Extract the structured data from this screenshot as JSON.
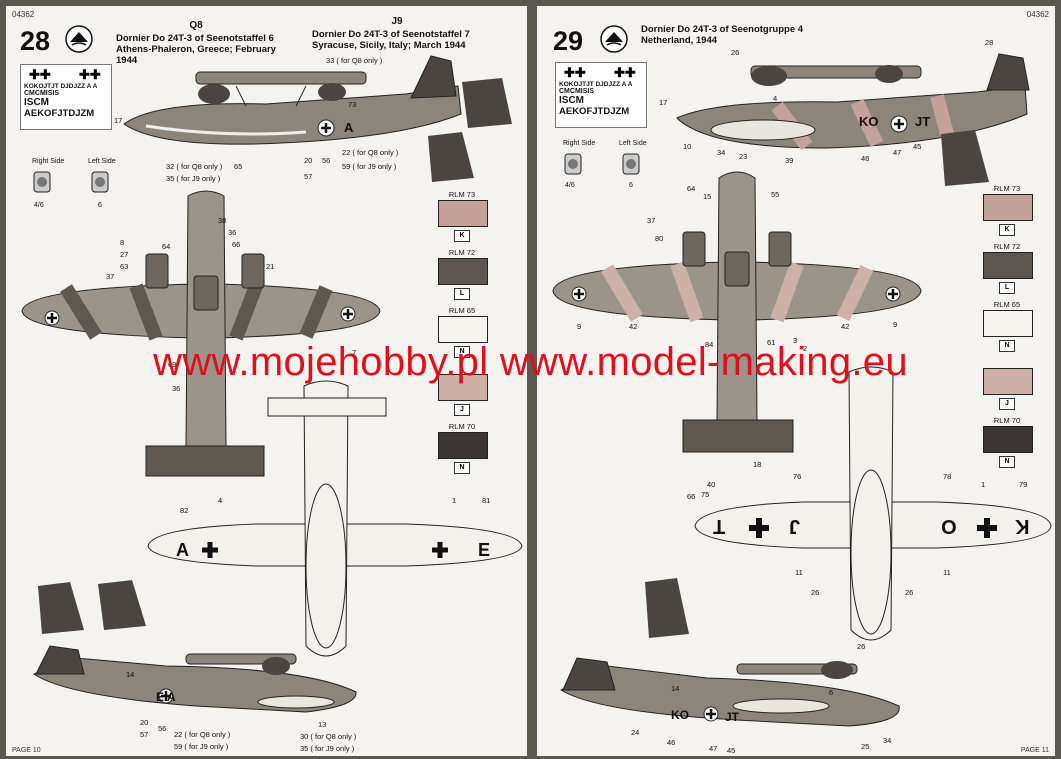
{
  "left": {
    "code": "04362",
    "page_label": "PAGE 10",
    "step": "28",
    "variant_q8": {
      "code": "Q8",
      "line1": "Dornier Do 24T-3 of Seenotstaffel 6",
      "line2": "Athens-Phaleron, Greece; February 1944"
    },
    "variant_j9": {
      "code": "J9",
      "line1": "Dornier Do 24T-3 of Seenotstaffel 7",
      "line2": "Syracuse, Sicily, Italy; March 1944"
    },
    "decal_rows": [
      "CMCMISIS",
      "ISCM",
      "AEKOFJTDJZM"
    ],
    "decal_small": "KOKOJTJT DJDJZZ A A",
    "sight_left": "Right Side",
    "sight_right": "Left Side",
    "sight_nums": [
      "4/6",
      "6"
    ],
    "swatches": [
      {
        "label": "RLM 73",
        "symbol": "K",
        "color": "#c4a19a"
      },
      {
        "label": "RLM 72",
        "symbol": "L",
        "color": "#5d5650"
      },
      {
        "label": "RLM 65",
        "symbol": "N",
        "color": "#f5f4ee"
      },
      {
        "label": "",
        "symbol": "J",
        "color": "#cfb0a8"
      },
      {
        "label": "RLM 70",
        "symbol": "N",
        "color": "#3b3634"
      }
    ],
    "callouts": {
      "c33": "33 ( for Q8 only )",
      "c73": "73",
      "c17": "17",
      "c65": "65",
      "c32": "32 ( for Q8 only )",
      "c35": "35 ( for J9 only )",
      "c20": "20",
      "c56": "56",
      "c57": "57",
      "c22": "22 ( for Q8 only )",
      "c59": "59 ( for J9 only )",
      "c38": "38",
      "c36a": "36",
      "c66": "66",
      "c8": "8",
      "c64": "64",
      "c27": "27",
      "c63": "63",
      "c37": "37",
      "c21": "21",
      "c7": "7",
      "c69": "69",
      "c36b": "36",
      "c9": "9",
      "c82": "82",
      "c4": "4",
      "c1": "1",
      "c81": "81",
      "c14": "14",
      "c13": "13",
      "c30": "30 ( for Q8 only )",
      "c35b": "35 ( for J9 only )",
      "c22b": "22 ( for Q8 only )",
      "c59b": "59 ( for J9 only )",
      "c20b": "20",
      "c56b": "56",
      "c57b": "57"
    },
    "codes_top": "A",
    "codes_wing": [
      "A",
      "E"
    ],
    "codes_bottom": "E A"
  },
  "right": {
    "code": "04362",
    "page_label": "PAGE 11",
    "step": "29",
    "line1": "Dornier Do 24T-3 of Seenotgruppe 4",
    "line2": "Netherland, 1944",
    "decal_rows": [
      "CMCMISIS",
      "ISCM",
      "AEKOFJTDJZM"
    ],
    "decal_small": "KOKOJTJT DJDJZZ A A",
    "sight_left": "Right Side",
    "sight_right": "Left Side",
    "sight_nums": [
      "4/6",
      "6"
    ],
    "swatches": [
      {
        "label": "RLM 73",
        "symbol": "K",
        "color": "#c4a19a"
      },
      {
        "label": "RLM 72",
        "symbol": "L",
        "color": "#5d5650"
      },
      {
        "label": "RLM 65",
        "symbol": "N",
        "color": "#f5f4ee"
      },
      {
        "label": "",
        "symbol": "J",
        "color": "#cfb0a8"
      },
      {
        "label": "RLM 70",
        "symbol": "N",
        "color": "#3b3634"
      }
    ],
    "callouts": {
      "c26": "26",
      "c28": "28",
      "c4": "4",
      "c17": "17",
      "c10": "10",
      "c34": "34",
      "c23": "23",
      "c39": "39",
      "c46": "46",
      "c47": "47",
      "c45": "45",
      "c9a": "9",
      "c9b": "9",
      "c42a": "42",
      "c42b": "42",
      "c18": "18",
      "c66": "66",
      "c40": "40",
      "c75": "75",
      "c76": "76",
      "c78": "78",
      "c1": "1",
      "c79": "79",
      "c11a": "11",
      "c11b": "11",
      "c26b": "26",
      "c26c": "26",
      "c6": "6",
      "c14": "14",
      "c24": "24",
      "c46b": "46",
      "c47b": "47",
      "c45b": "45",
      "c25": "25",
      "c34b": "34",
      "c55": "55",
      "c64": "64",
      "c37": "37",
      "c84": "84",
      "c3": "3",
      "c2": "2",
      "c61": "61",
      "c80": "80",
      "c15": "15"
    },
    "codes_top": [
      "KO",
      "JT"
    ],
    "codes_wing": [
      "T",
      "J",
      "O",
      "K"
    ],
    "codes_bottom": [
      "KO",
      "JT"
    ]
  },
  "watermark": "www.mojehobby.pl www.model-making.eu"
}
